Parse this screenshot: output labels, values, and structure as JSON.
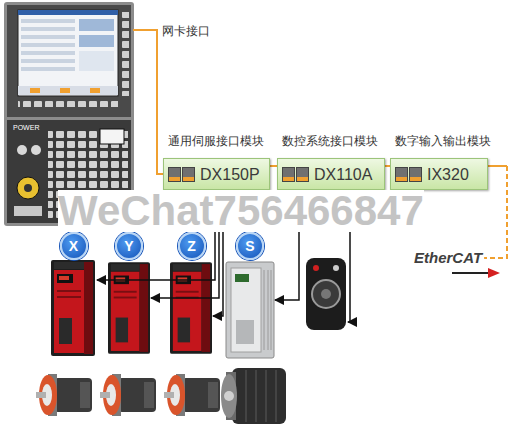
{
  "diagram": {
    "nodes": [
      {
        "text": [
          "通用伺服接口模块",
          "DX150P"
        ]
      },
      {
        "text": [
          "数控系统接口模块",
          "DX110A"
        ]
      },
      {
        "text": [
          "数字输入输出模块",
          "IX320"
        ]
      },
      {
        "text": [
          "EtherCAT"
        ]
      },
      {
        "text": [
          "X"
        ]
      },
      {
        "text": [
          "Y"
        ]
      },
      {
        "text": [
          "Z"
        ]
      },
      {
        "text": [
          "S"
        ]
      }
    ],
    "edges": [
      {
        "from": 0,
        "to": 1,
        "arrow": "none"
      },
      {
        "from": 1,
        "to": 2,
        "arrow": "none"
      },
      {
        "from": 2,
        "to": 3,
        "arrow": "none"
      },
      {
        "from": 0,
        "to": 4,
        "arrow": "to"
      },
      {
        "from": 0,
        "to": 5,
        "arrow": "to"
      },
      {
        "from": 0,
        "to": 6,
        "arrow": "to"
      },
      {
        "from": 1,
        "to": 7,
        "arrow": "to"
      }
    ],
    "labels": [
      "网卡接口",
      "WeChat756466847",
      "POWER"
    ]
  }
}
